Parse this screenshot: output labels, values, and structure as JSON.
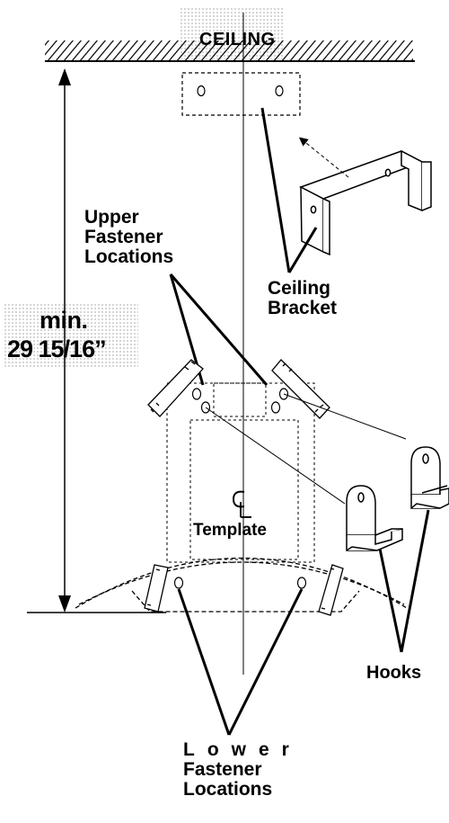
{
  "labels": {
    "ceiling": "CEILING",
    "upper_fasteners": [
      "Upper",
      "Fastener",
      "Locations"
    ],
    "ceiling_bracket": [
      "Ceiling",
      "Bracket"
    ],
    "min_height": [
      "min.",
      "29 15/16”"
    ],
    "centerline": "CL",
    "template": "Template",
    "hooks": "Hooks",
    "lower_fasteners": [
      "Lower",
      "Fastener",
      "Locations"
    ]
  },
  "colors": {
    "line": "#000000",
    "dots": "#c8c8c8",
    "background": "#ffffff"
  }
}
